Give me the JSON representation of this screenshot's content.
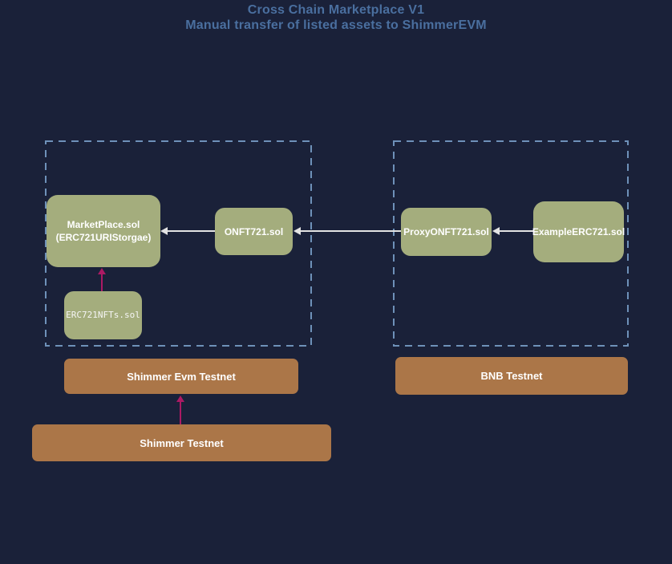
{
  "title": {
    "line1": "Cross Chain Marketplace V1",
    "line2": "Manual transfer of listed assets to ShimmerEVM"
  },
  "nodes": {
    "marketplace": {
      "line1": "MarketPlace.sol",
      "line2": "(ERC721URIStorgae)"
    },
    "onft721": {
      "label": "ONFT721.sol"
    },
    "erc721nfts": {
      "label": "ERC721NFTs.sol"
    },
    "proxy_onft721": {
      "label": "ProxyONFT721.sol"
    },
    "example_erc721": {
      "label": "ExampleERC721.sol"
    }
  },
  "chains": {
    "shimmer_evm": {
      "label": "Shimmer Evm Testnet"
    },
    "bnb": {
      "label": "BNB Testnet"
    },
    "shimmer": {
      "label": "Shimmer Testnet"
    }
  },
  "colors": {
    "background": "#1a2139",
    "title_text": "#4a6f9f",
    "group_border": "#6e91b9",
    "contract_node_fill": "#a4ad7d",
    "chain_node_fill": "#ab7648",
    "node_text": "#ffffff",
    "arrow_primary": "#e3e3e3",
    "arrow_accent": "#ac1a64"
  }
}
